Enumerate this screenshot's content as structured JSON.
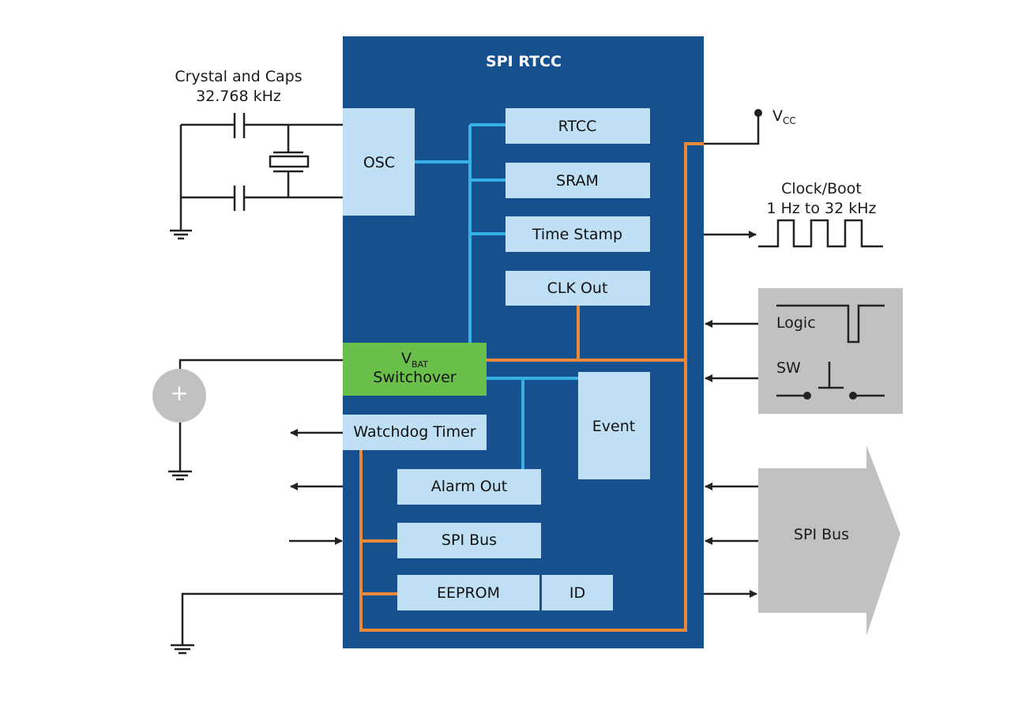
{
  "colors": {
    "chip_bg": "#17508f",
    "block_bg": "#bfe0f4",
    "vbat_bg": "#6abf4b",
    "data_bus": "#36b1e6",
    "power_bus": "#e88a3a",
    "external_bg": "#c0c2bf",
    "wire": "#222222"
  },
  "chip": {
    "title": "SPI RTCC"
  },
  "blocks": {
    "osc": "OSC",
    "rtcc": "RTCC",
    "sram": "SRAM",
    "timestamp": "Time Stamp",
    "clkout": "CLK Out",
    "vbat_main": "V",
    "vbat_sub": "BAT",
    "vbat_line2": "Switchover",
    "watchdog": "Watchdog Timer",
    "event": "Event",
    "alarm": "Alarm Out",
    "spibus": "SPI Bus",
    "eeprom": "EEPROM",
    "id": "ID"
  },
  "external": {
    "crystal_line1": "Crystal and Caps",
    "crystal_line2": "32.768 kHz",
    "vcc_main": "V",
    "vcc_sub": "CC",
    "clock_line1": "Clock/Boot",
    "clock_line2": "1 Hz to 32 kHz",
    "logic": "Logic",
    "sw": "SW",
    "battery_symbol": "+",
    "spi_bus": "SPI Bus"
  }
}
